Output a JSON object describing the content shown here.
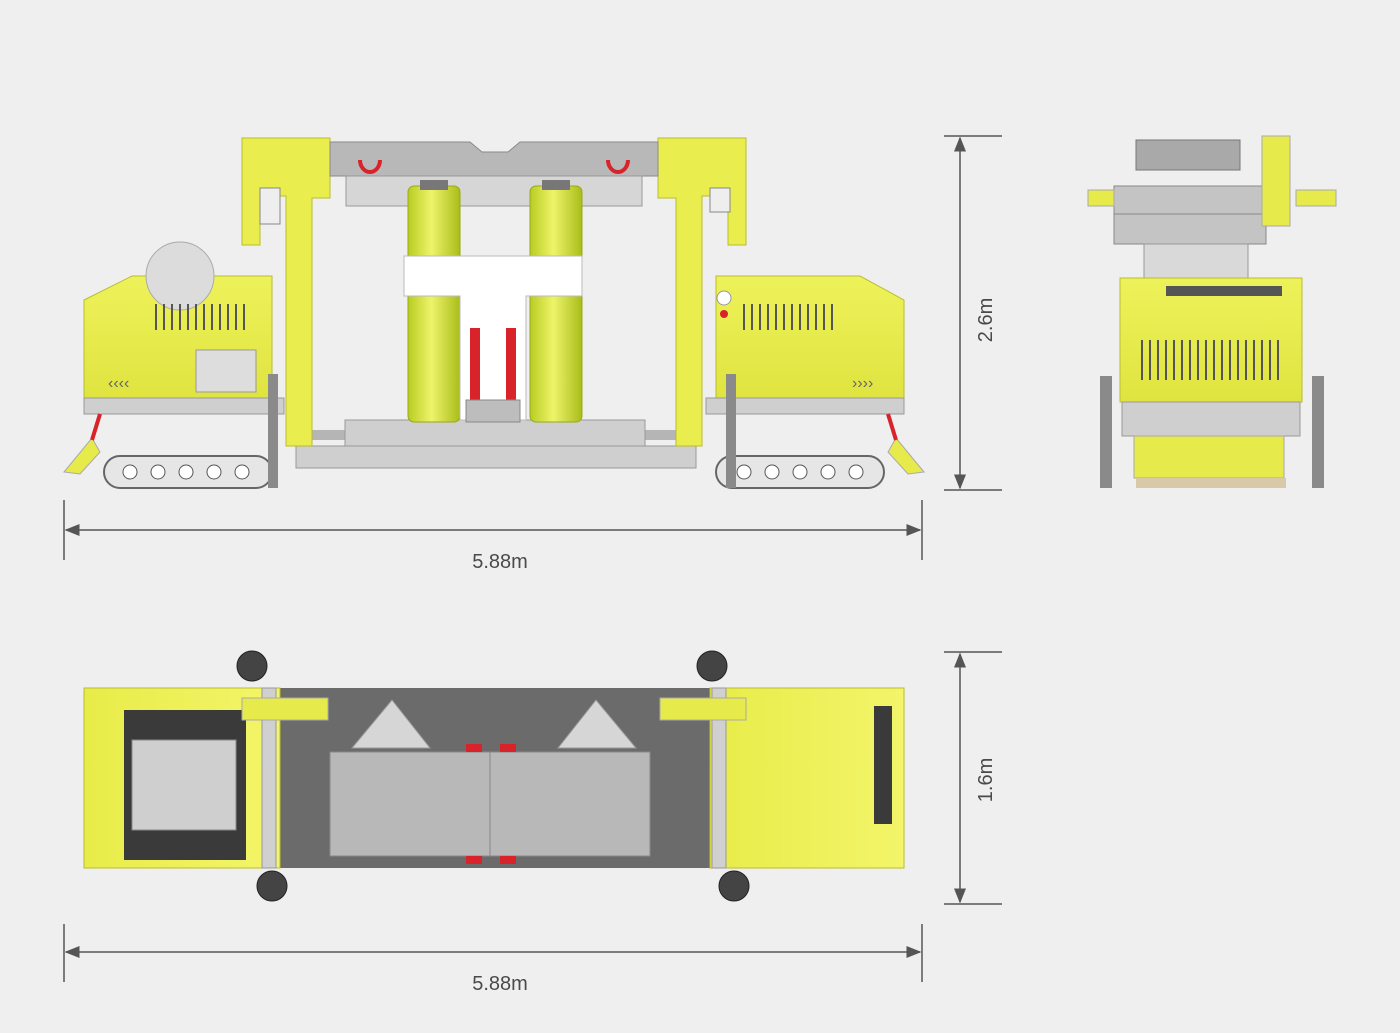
{
  "dimensions": {
    "side_width": "5.88m",
    "side_height": "2.6m",
    "top_width": "5.88m",
    "top_depth": "1.6m"
  },
  "colors": {
    "background": "#efefef",
    "body_yellow": "#e6ea4a",
    "bright_yellow": "#f0f35a",
    "steel_grey": "#9e9e9e",
    "light_grey": "#cfcfcf",
    "cylinder_yellow": "#cfe03a",
    "accent_red": "#d8232a",
    "dim_line": "#555555"
  }
}
